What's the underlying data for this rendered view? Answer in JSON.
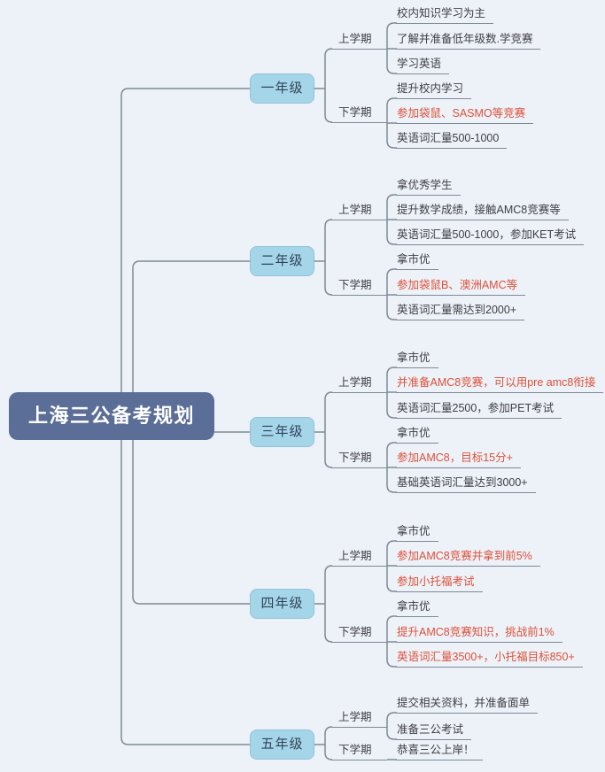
{
  "root": {
    "label": "上海三公备考规划"
  },
  "colors": {
    "background": "#edf1f8",
    "line": "#7d8a96",
    "item_text": "#3f4043",
    "highlight_text": "#dd5138",
    "root_fill": "#5b6e97",
    "root_text": "#ffffff",
    "grade_fill": "#a5d5e9",
    "grade_border": "#8fc3da",
    "grade_text": "#2f4357"
  },
  "grades": [
    {
      "label": "一年级",
      "semesters": [
        {
          "label": "上学期",
          "items": [
            {
              "text": "校内知识学习为主",
              "highlight": false
            },
            {
              "text": "了解并准备低年级数.学竞赛",
              "highlight": false
            },
            {
              "text": "学习英语",
              "highlight": false
            }
          ]
        },
        {
          "label": "下学期",
          "items": [
            {
              "text": "提升校内学习",
              "highlight": false
            },
            {
              "text": "参加袋鼠、SASMO等竞赛",
              "highlight": true
            },
            {
              "text": "英语词汇量500-1000",
              "highlight": false
            }
          ]
        }
      ]
    },
    {
      "label": "二年级",
      "semesters": [
        {
          "label": "上学期",
          "items": [
            {
              "text": "拿优秀学生",
              "highlight": false
            },
            {
              "text": "提升数学成绩，接触AMC8竞赛等",
              "highlight": false
            },
            {
              "text": "英语词汇量500-1000，参加KET考试",
              "highlight": false
            }
          ]
        },
        {
          "label": "下学期",
          "items": [
            {
              "text": "拿市优",
              "highlight": false
            },
            {
              "text": "参加袋鼠B、澳洲AMC等",
              "highlight": true
            },
            {
              "text": "英语词汇量需达到2000+",
              "highlight": false
            }
          ]
        }
      ]
    },
    {
      "label": "三年级",
      "semesters": [
        {
          "label": "上学期",
          "items": [
            {
              "text": "拿市优",
              "highlight": false
            },
            {
              "text": "并准备AMC8竞赛，可以用pre amc8衔接",
              "highlight": true
            },
            {
              "text": "英语词汇量2500，参加PET考试",
              "highlight": false
            }
          ]
        },
        {
          "label": "下学期",
          "items": [
            {
              "text": "拿市优",
              "highlight": false
            },
            {
              "text": "参加AMC8，目标15分+",
              "highlight": true
            },
            {
              "text": "基础英语词汇量达到3000+",
              "highlight": false
            }
          ]
        }
      ]
    },
    {
      "label": "四年级",
      "semesters": [
        {
          "label": "上学期",
          "items": [
            {
              "text": "拿市优",
              "highlight": false
            },
            {
              "text": "参加AMC8竞赛并拿到前5%",
              "highlight": true
            },
            {
              "text": "参加小托福考试",
              "highlight": true
            }
          ]
        },
        {
          "label": "下学期",
          "items": [
            {
              "text": "拿市优",
              "highlight": false
            },
            {
              "text": "提升AMC8竞赛知识，挑战前1%",
              "highlight": true
            },
            {
              "text": "英语词汇量3500+，小托福目标850+",
              "highlight": true
            }
          ]
        }
      ]
    },
    {
      "label": "五年级",
      "semesters": [
        {
          "label": "上学期",
          "items": [
            {
              "text": "提交相关资料，并准备面单",
              "highlight": false
            },
            {
              "text": "准备三公考试",
              "highlight": false
            }
          ]
        },
        {
          "label": "下学期",
          "items": [
            {
              "text": "恭喜三公上岸！",
              "highlight": false
            }
          ]
        }
      ]
    }
  ]
}
